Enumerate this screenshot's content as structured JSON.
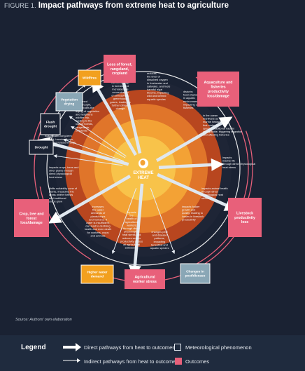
{
  "figure_label": "FIGURE 1.",
  "title": "Impact pathways from extreme heat to agriculture",
  "center": {
    "line1": "EXTREME",
    "line2": "HEAT"
  },
  "outcomes": [
    {
      "id": "forest",
      "lines": [
        "Loss of forest,",
        "rangeland,",
        "cropland"
      ]
    },
    {
      "id": "aqua",
      "lines": [
        "Aquaculture and",
        "fisheries",
        "productivity",
        "loss/damage"
      ]
    },
    {
      "id": "livestock",
      "lines": [
        "Livestock",
        "productivity",
        "loss"
      ]
    },
    {
      "id": "worker",
      "lines": [
        "Agricultural",
        "worker stress"
      ]
    },
    {
      "id": "crop",
      "lines": [
        "Crop, tree and",
        "forest",
        "loss/damage"
      ]
    }
  ],
  "phenomena": [
    {
      "id": "wildfires",
      "lines": [
        "Wildfires"
      ]
    },
    {
      "id": "veg",
      "lines": [
        "Vegetation",
        "drying"
      ]
    },
    {
      "id": "flash",
      "lines": [
        "Flash",
        "drought"
      ]
    },
    {
      "id": "drought",
      "lines": [
        "Drought"
      ]
    },
    {
      "id": "water",
      "lines": [
        "Higher water",
        "demand"
      ]
    },
    {
      "id": "pest",
      "lines": [
        "Changes in",
        "pest/disease"
      ]
    }
  ],
  "annotations": [
    {
      "id": "a1",
      "lines": [
        "contributes",
        "to loss of",
        "carbon storage",
        "in forests, and",
        "increases the",
        "concentration",
        "of atmospheric",
        "greenhouse",
        "gases, leading to",
        "further climate",
        "change"
      ]
    },
    {
      "id": "a2",
      "lines": [
        "reduces",
        "the level of",
        "dissolved oxygen",
        "in freshwater and",
        "saltwater, and fuels",
        "harmful algal",
        "blooms, impacting",
        "wild and farmed",
        "aquatic species"
      ]
    },
    {
      "id": "a3",
      "lines": [
        "disturbs",
        "food chains",
        "in aquatic",
        "environments,",
        "impacting capture",
        "fisheries"
      ]
    },
    {
      "id": "a4",
      "lines": [
        "in the ocean",
        "manifests as",
        "marine heatwaves",
        "that make fish",
        "species' traditional habitat",
        "inhospitable, triggering migration",
        "and affecting fisheries"
      ]
    },
    {
      "id": "a5",
      "lines": [
        "impacts",
        "marine life",
        "through direct physiological",
        "heat stress"
      ]
    },
    {
      "id": "a6",
      "lines": [
        "impacts animal health",
        "through direct",
        "physiological heat",
        "stress"
      ]
    },
    {
      "id": "a7",
      "lines": [
        "impacts fodder",
        "growth and",
        "quality, leading to",
        "losses in livestock",
        "productivity"
      ]
    },
    {
      "id": "a8",
      "lines": [
        "changes pest",
        "and disease",
        "patterns,",
        "impacting",
        "terrestrial and",
        "aquatic species"
      ]
    },
    {
      "id": "a9",
      "lines": [
        "impacts",
        "the",
        "health of",
        "agricultural",
        "workers",
        "through direct",
        "physiological",
        "heat stress and",
        "reduces worker",
        "productivity across",
        "all agricultural",
        "subsectors"
      ]
    },
    {
      "id": "a10",
      "lines": [
        "increases",
        "the water",
        "demands of",
        "plants/crops",
        "and humans. If",
        "water is insufficient,",
        "can lead to declining",
        "health and even death",
        "for workers, crops",
        "and animals"
      ]
    },
    {
      "id": "a11",
      "lines": [
        "shifts suitability zone of",
        "plants, impacting the",
        "areas where forests",
        "and traditional",
        "crops grow"
      ]
    },
    {
      "id": "a12",
      "lines": [
        "impacts crops, trees and",
        "other plants through",
        "direct physiological",
        "heat stress"
      ]
    },
    {
      "id": "a13",
      "lines": [
        "triggers flash",
        "droughts and",
        "exacerbates long-term",
        "drought, harming crops,",
        "trees, and forests through",
        "water stress"
      ]
    },
    {
      "id": "a14",
      "lines": [
        "combined",
        "with drought,",
        "accelerates the",
        "drying of vegetation",
        "and heightens",
        "wildfire risk,",
        "leading to the",
        "loss of forests,",
        "rangelands,",
        "croplands"
      ]
    }
  ],
  "source": "Source: Authors' own elaboration",
  "legend": {
    "title": "Legend",
    "direct": "Direct pathways from heat to outcomes",
    "indirect": "Indirect pathways from heat to outcomes",
    "meteo": "Meteorological phenomenon",
    "outcomes": "Outcomes"
  },
  "colors": {
    "background": "#1a2233",
    "outcome": "#e8607a",
    "orange": "#f2a01f",
    "phenomenon": "#8aa7b6",
    "ring_outer": "#b8461f",
    "ring_mid": "#e0752a",
    "ring_inner": "#f3a235",
    "ring_core": "#f8c34a"
  }
}
